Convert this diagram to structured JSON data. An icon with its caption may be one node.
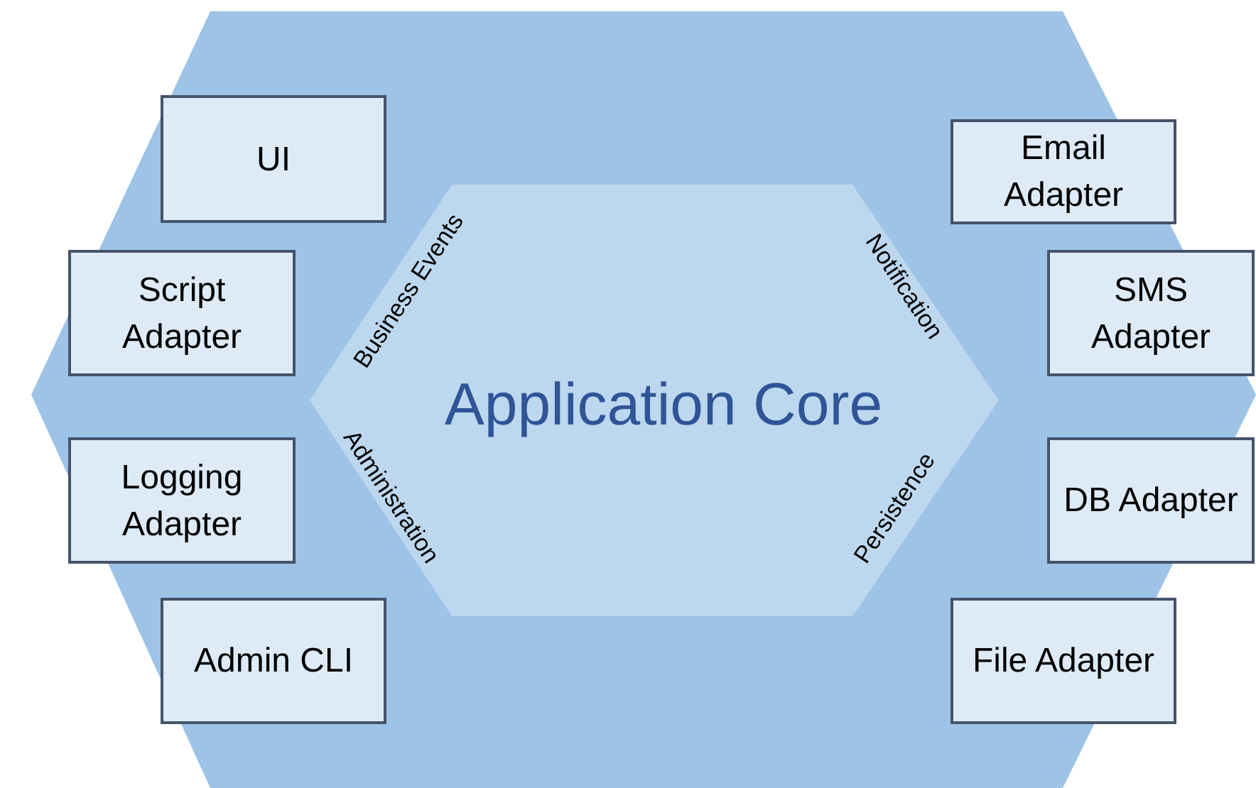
{
  "diagram": {
    "nodes": [
      {
        "text": [
          "UI"
        ]
      },
      {
        "text": [
          "Script Adapter"
        ]
      },
      {
        "text": [
          "Logging Adapter"
        ]
      },
      {
        "text": [
          "Admin CLI"
        ]
      },
      {
        "text": [
          "Application Core",
          "Business Events",
          "Notification",
          "Administration",
          "Persistence"
        ]
      },
      {
        "text": [
          "Email Adapter"
        ]
      },
      {
        "text": [
          "SMS Adapter"
        ]
      },
      {
        "text": [
          "DB Adapter"
        ]
      },
      {
        "text": [
          "File Adapter"
        ]
      }
    ],
    "edges": []
  }
}
